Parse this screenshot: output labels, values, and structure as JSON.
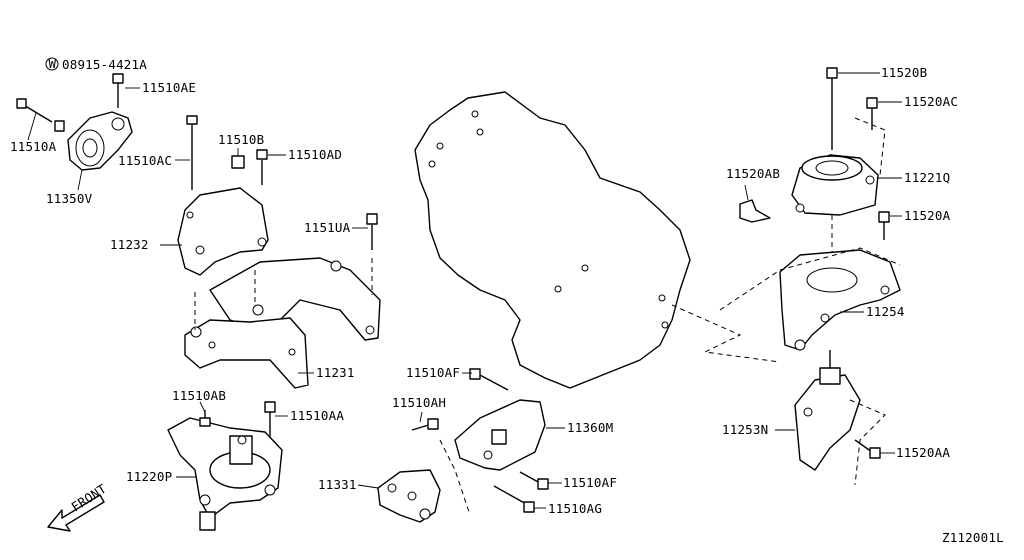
{
  "diagram": {
    "code": "Z112001L",
    "front_label": "FRONT",
    "labels": {
      "washer_part": "08915-4421A",
      "washer_symbol": "W",
      "p11510AE": "11510AE",
      "p11510A": "11510A",
      "p11350V": "11350V",
      "p11510AC": "11510AC",
      "p11510B": "11510B",
      "p11510AD": "11510AD",
      "p1151UA": "1151UA",
      "p11232": "11232",
      "p11231": "11231",
      "p11510AB": "11510AB",
      "p11510AA": "11510AA",
      "p11220P": "11220P",
      "p11510AF_a": "11510AF",
      "p11510AH": "11510AH",
      "p11360M": "11360M",
      "p11331": "11331",
      "p11510AF_b": "11510AF",
      "p11510AG": "11510AG",
      "p11520B": "11520B",
      "p11520AC": "11520AC",
      "p11520AB": "11520AB",
      "p11221Q": "11221Q",
      "p11520A": "11520A",
      "p11254": "11254",
      "p11253N": "11253N",
      "p11520AA": "11520AA"
    }
  }
}
